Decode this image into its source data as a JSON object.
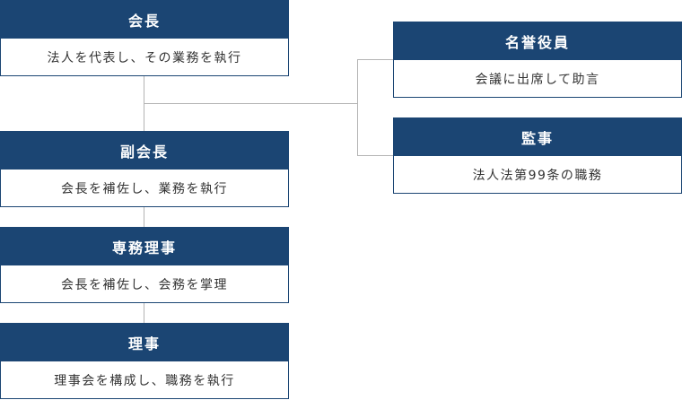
{
  "colors": {
    "header_bg": "#1b4573",
    "connector": "#b4b4b4",
    "text": "#333333"
  },
  "nodes": {
    "kaicho": {
      "title": "会長",
      "desc": "法人を代表し、その業務を執行"
    },
    "fukukaicho": {
      "title": "副会長",
      "desc": "会長を補佐し、業務を執行"
    },
    "senmu": {
      "title": "専務理事",
      "desc": "会長を補佐し、会務を掌理"
    },
    "riji": {
      "title": "理事",
      "desc": "理事会を構成し、職務を執行"
    },
    "meiyo": {
      "title": "名誉役員",
      "desc": "会議に出席して助言"
    },
    "kanji": {
      "title": "監事",
      "desc": "法人法第99条の職務"
    }
  }
}
